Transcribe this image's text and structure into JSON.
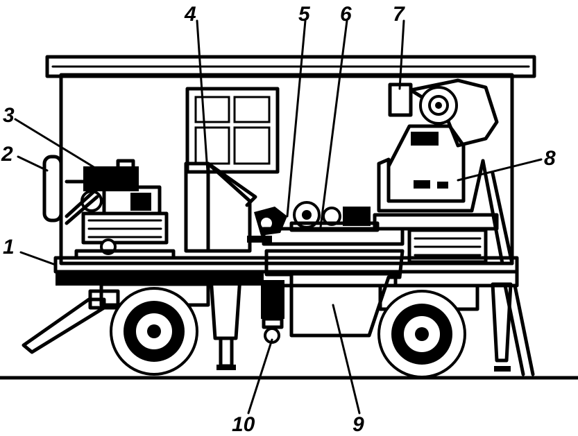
{
  "figure": {
    "callouts": [
      {
        "id": "1",
        "label": "1"
      },
      {
        "id": "2",
        "label": "2"
      },
      {
        "id": "3",
        "label": "3"
      },
      {
        "id": "4",
        "label": "4"
      },
      {
        "id": "5",
        "label": "5"
      },
      {
        "id": "6",
        "label": "6"
      },
      {
        "id": "7",
        "label": "7"
      },
      {
        "id": "8",
        "label": "8"
      },
      {
        "id": "9",
        "label": "9"
      },
      {
        "id": "10",
        "label": "10"
      }
    ]
  }
}
